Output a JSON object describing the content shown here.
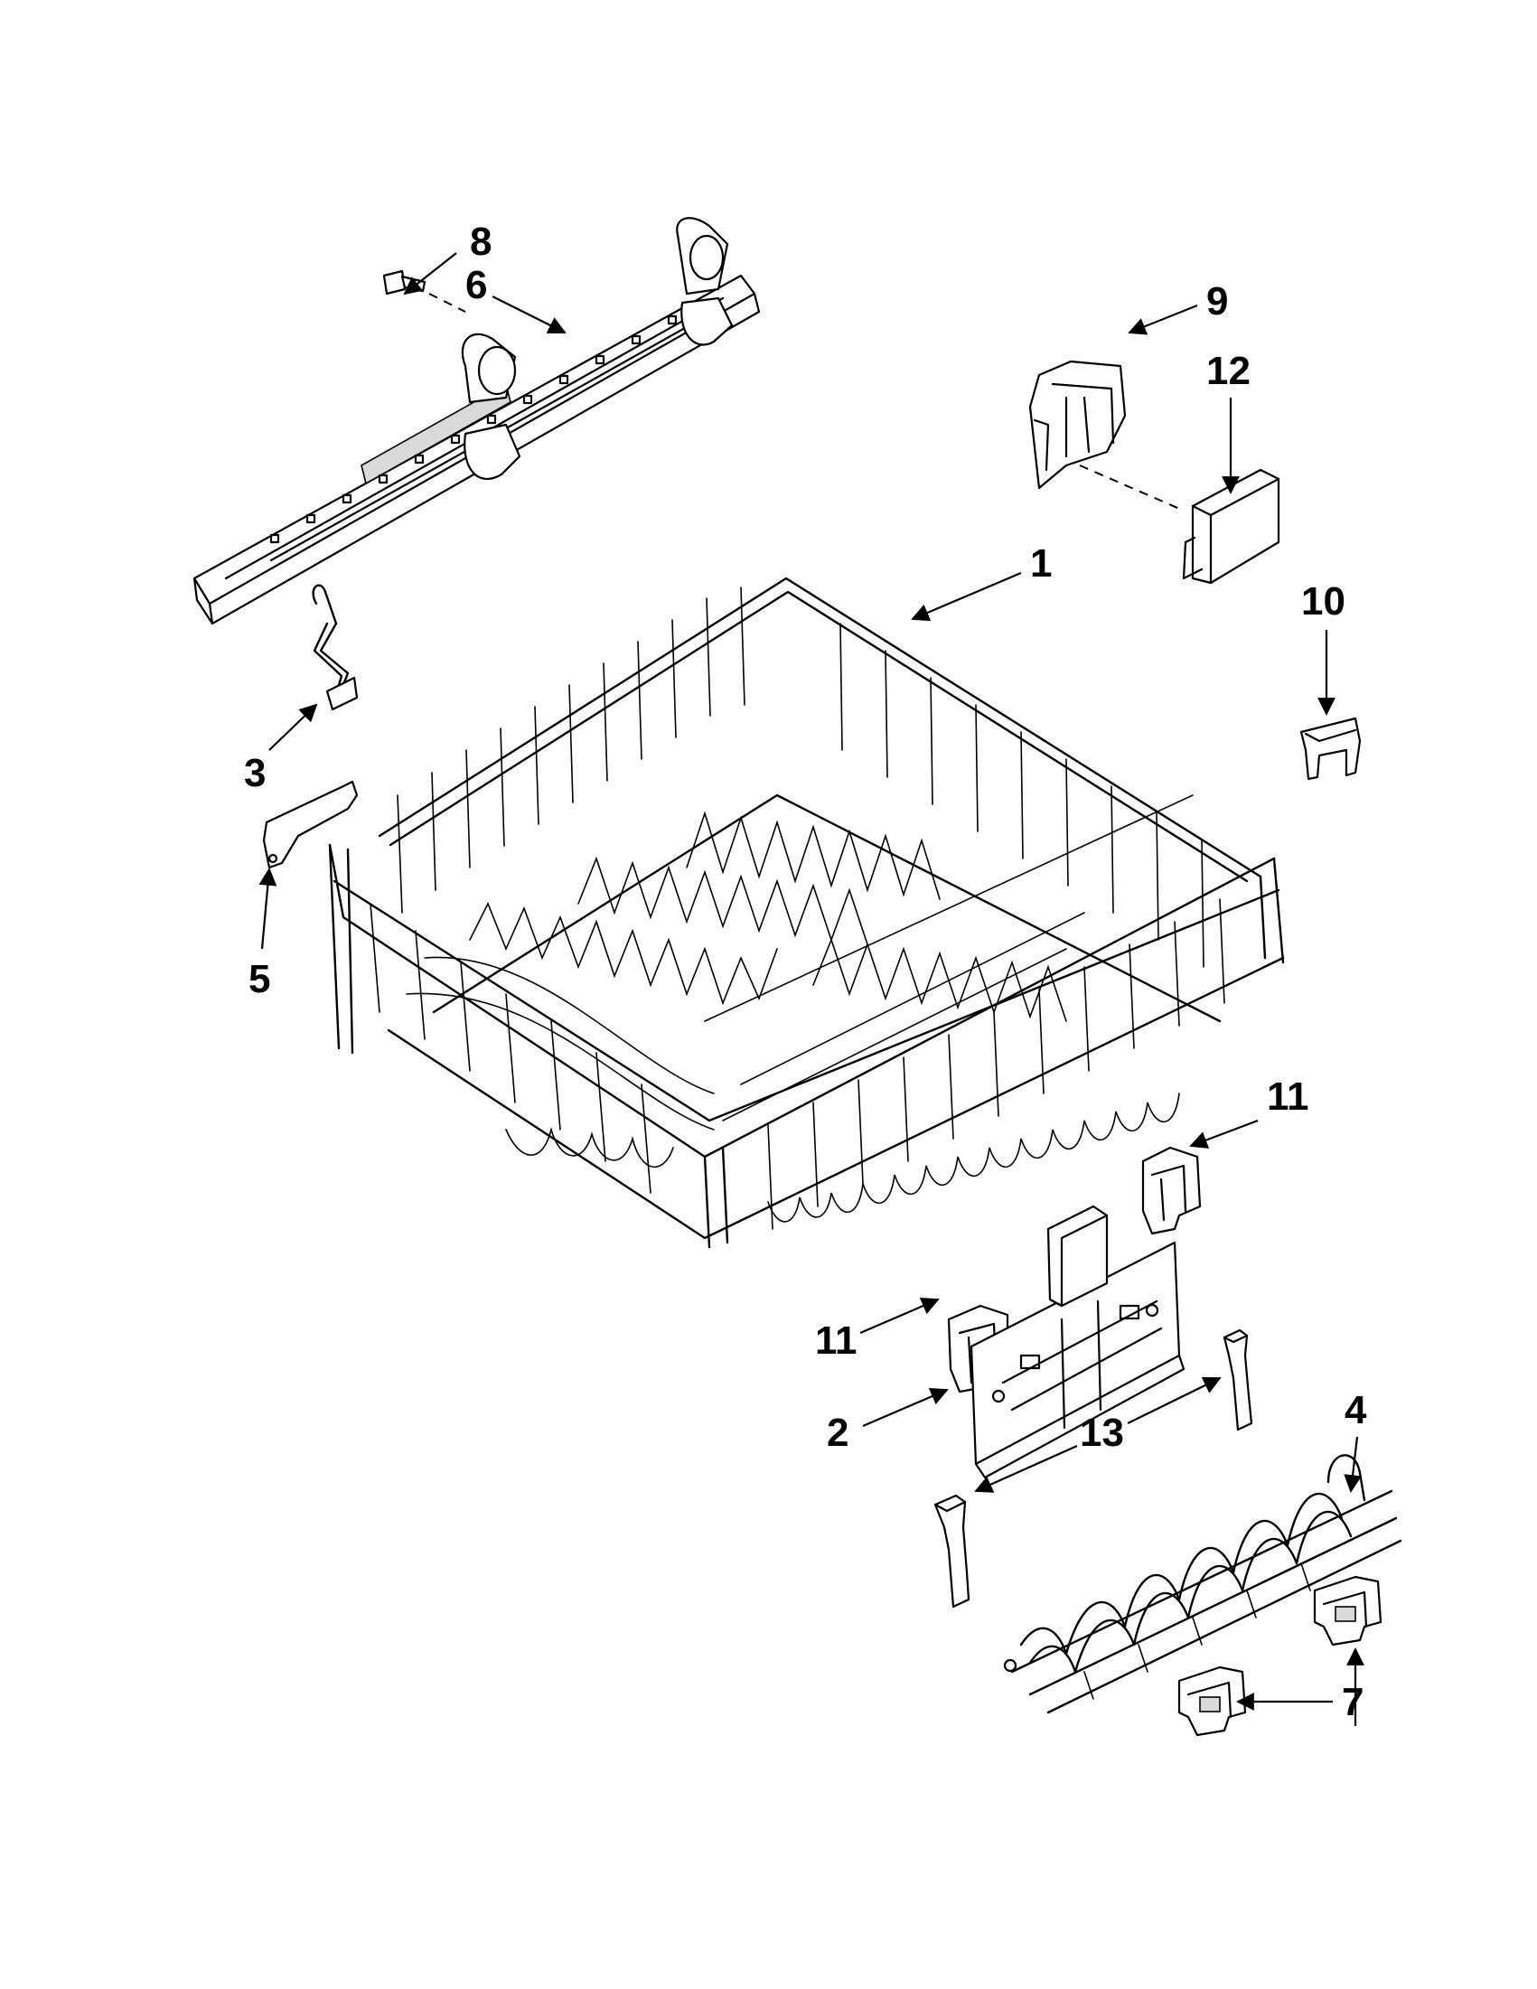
{
  "diagram": {
    "callouts": [
      {
        "id": "c8",
        "label": "8"
      },
      {
        "id": "c6",
        "label": "6"
      },
      {
        "id": "c9",
        "label": "9"
      },
      {
        "id": "c12",
        "label": "12"
      },
      {
        "id": "c1",
        "label": "1"
      },
      {
        "id": "c10",
        "label": "10"
      },
      {
        "id": "c3",
        "label": "3"
      },
      {
        "id": "c5",
        "label": "5"
      },
      {
        "id": "c11a",
        "label": "11"
      },
      {
        "id": "c11b",
        "label": "11"
      },
      {
        "id": "c4",
        "label": "4"
      },
      {
        "id": "c2",
        "label": "2"
      },
      {
        "id": "c13",
        "label": "13"
      },
      {
        "id": "c7",
        "label": "7"
      }
    ]
  }
}
